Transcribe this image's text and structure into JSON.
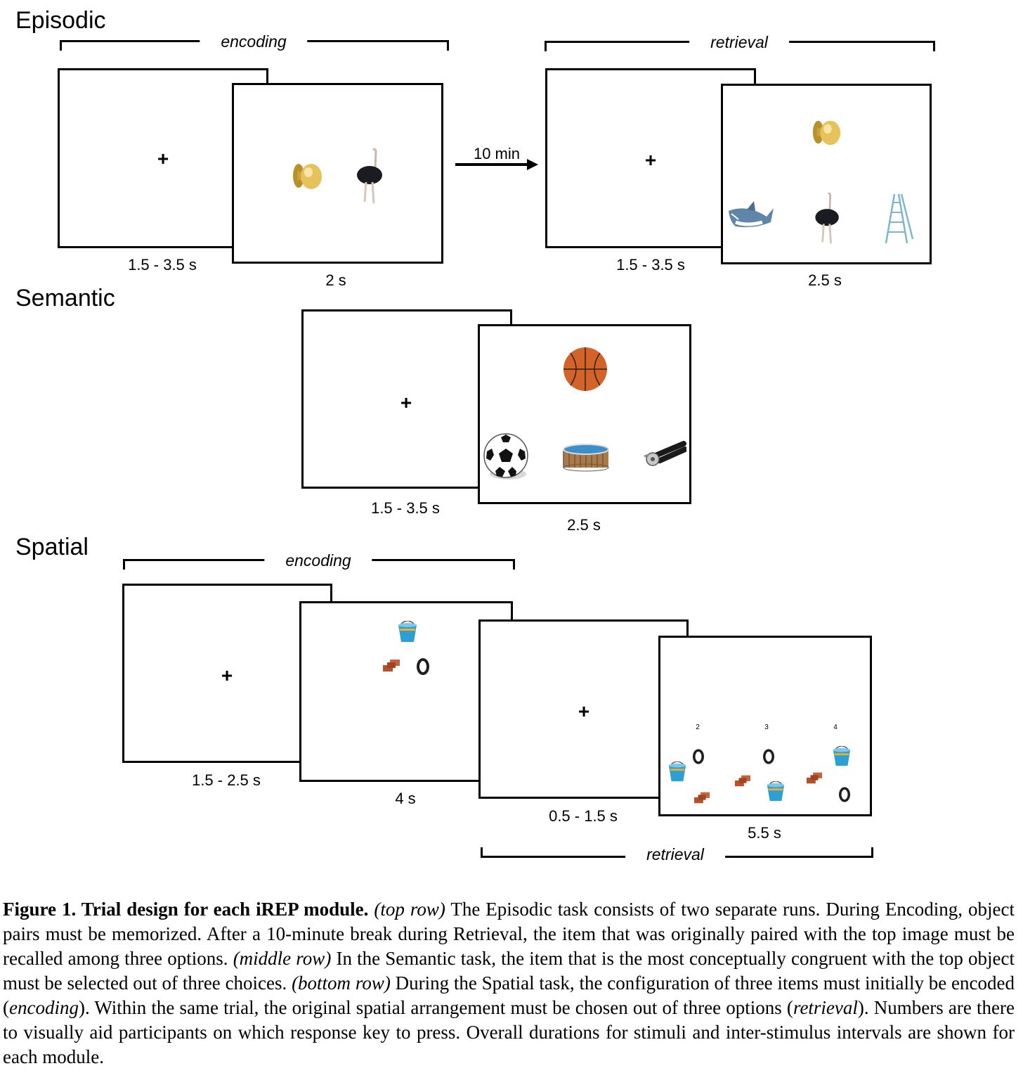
{
  "episodic": {
    "title": "Episodic",
    "encoding_label": "encoding",
    "retrieval_label": "retrieval",
    "fixation": "+",
    "arrow_label": "10 min",
    "durations": [
      "1.5 - 3.5 s",
      "2 s",
      "1.5 - 3.5 s",
      "2.5 s"
    ]
  },
  "semantic": {
    "title": "Semantic",
    "fixation": "+",
    "durations": [
      "1.5 - 3.5 s",
      "2.5 s"
    ]
  },
  "spatial": {
    "title": "Spatial",
    "encoding_label": "encoding",
    "retrieval_label": "retrieval",
    "fixation": "+",
    "durations": [
      "1.5 - 2.5 s",
      "4 s",
      "0.5 - 1.5 s",
      "5.5 s"
    ],
    "option_numbers": [
      "2",
      "3",
      "4"
    ]
  },
  "icons": [
    "doorknob-icon",
    "ostrich-icon",
    "shark-icon",
    "ladder-icon",
    "basketball-icon",
    "soccer-ball-icon",
    "pool-icon",
    "can-opener-icon",
    "bucket-icon",
    "bricks-icon",
    "tire-icon"
  ],
  "colors": {
    "bucket": "#2e9fd4",
    "bricks": "#b8502a",
    "doorknob": "#d9b04a",
    "basketball": "#d2642a"
  },
  "caption": {
    "figure_label": "Figure 1. Trial design for each iREP module.",
    "top_row_tag": "(top row)",
    "top_row_text": " The Episodic task consists of two separate runs. During Encoding, object pairs must be memorized. After a 10-minute break during Retrieval, the item that was originally paired with the top image must be recalled among three options. ",
    "middle_row_tag": "(middle row)",
    "middle_row_text": " In the Semantic task, the item that is the most conceptually congruent with the top object must be selected out of three choices. ",
    "bottom_row_tag": "(bottom row)",
    "bottom_row_text_1": " During the Spatial task, the configuration of three items must initially be encoded (",
    "encoding_word": "encoding",
    "bottom_row_text_2": "). Within the same trial, the original spatial arrangement must be chosen out of three options (",
    "retrieval_word": "retrieval",
    "bottom_row_text_3": "). Numbers are there to visually aid participants on which response key to press. Overall durations for stimuli and inter-stimulus intervals are shown for each module."
  }
}
